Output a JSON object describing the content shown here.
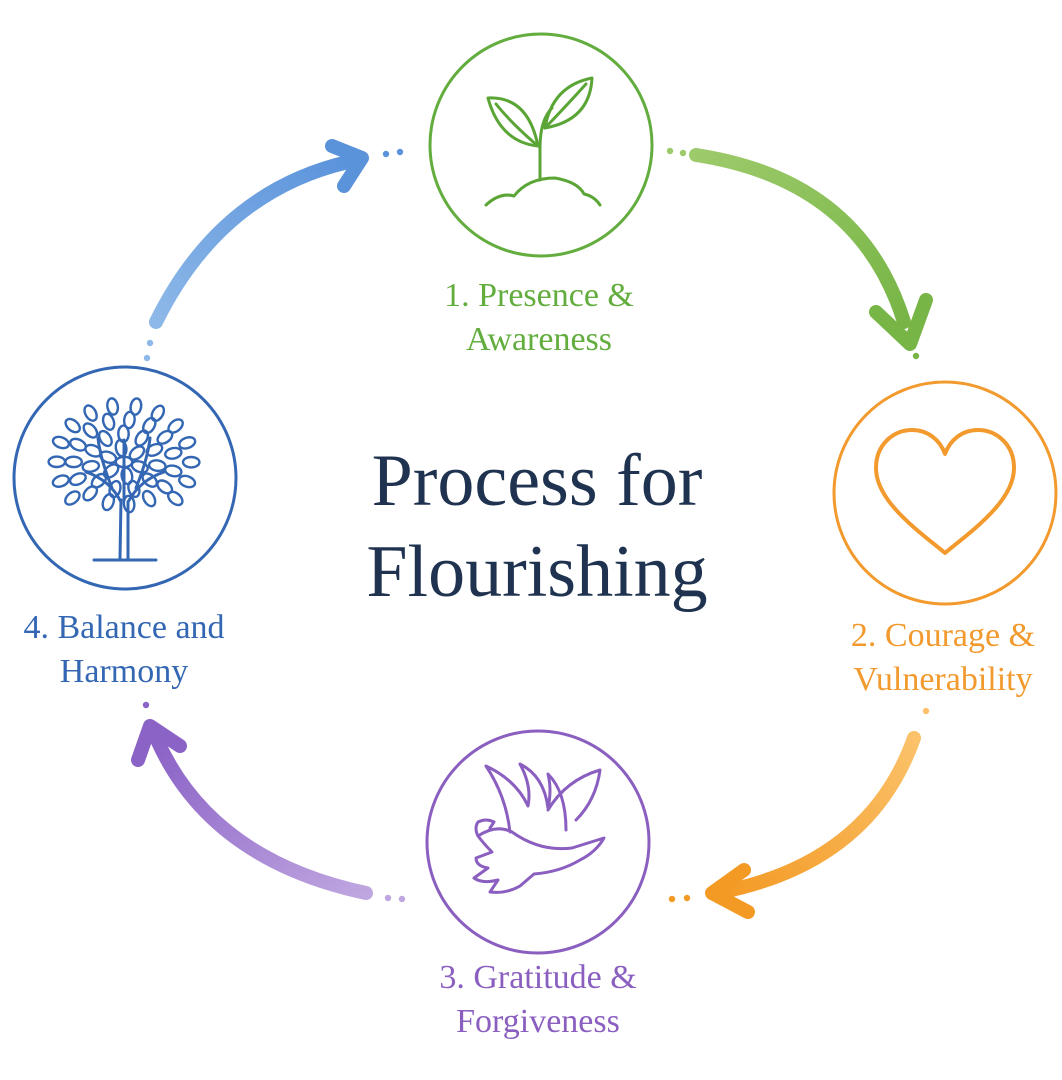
{
  "title": {
    "line1": "Process for",
    "line2": "Flourishing"
  },
  "steps": [
    {
      "id": "presence",
      "label_line1": "1. Presence &",
      "label_line2": "Awareness",
      "icon": "sprout-icon",
      "color": "#63ad3e"
    },
    {
      "id": "courage",
      "label_line1": "2. Courage &",
      "label_line2": "Vulnerability",
      "icon": "heart-icon",
      "color": "#f29a2e"
    },
    {
      "id": "gratitude",
      "label_line1": "3. Gratitude &",
      "label_line2": "Forgiveness",
      "icon": "dove-icon",
      "color": "#8a5fc0"
    },
    {
      "id": "balance",
      "label_line1": "4. Balance and",
      "label_line2": "Harmony",
      "icon": "tree-icon",
      "color": "#3467b3"
    }
  ],
  "arrows": [
    {
      "from": "presence",
      "to": "courage",
      "color": "#8cc35a"
    },
    {
      "from": "courage",
      "to": "gratitude",
      "color": "#f7a93a"
    },
    {
      "from": "gratitude",
      "to": "balance",
      "color": "#a582d0"
    },
    {
      "from": "balance",
      "to": "presence",
      "color": "#6b9fdc"
    }
  ]
}
